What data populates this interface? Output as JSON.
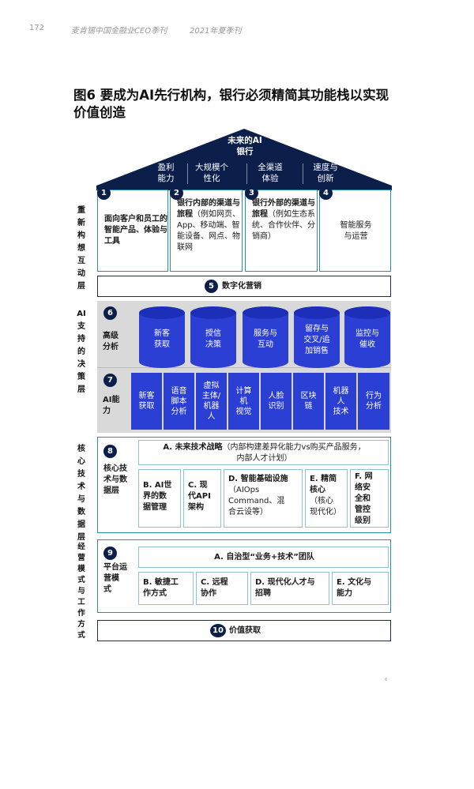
{
  "header": {
    "page_number": "172",
    "publication": "麦肯锡中国金融业CEO季刊",
    "issue": "2021年夏季刊"
  },
  "figure": {
    "title_line1": "图6 要成为AI先行机构，银行必须精简其功能栈以实现",
    "title_line2": "价值创造"
  },
  "roof": {
    "title": "未来的AI",
    "subtitle": "银行",
    "pillars": [
      "盈利\n能力",
      "大规模个\n性化",
      "全渠道\n体验",
      "速度与\n创新"
    ]
  },
  "layers": {
    "reimagined": "重\n新\n构\n想\n互\n动\n层",
    "ai_decision": "AI\n支\n持\n的\n决\n策\n层",
    "core_tech": "核\n心\n技\n术\n与\n数\n据\n层",
    "operating": "经\n营\n模\n式\n与\n工\n作\n方\n式"
  },
  "engagement": {
    "cards": [
      {
        "num": "1",
        "bold": "面向客户和员工的智能产品、体验与工具",
        "rest": ""
      },
      {
        "num": "2",
        "bold": "银行内部的渠道与旅程",
        "rest": "（例如网页、App、移动端、智能设备、网点、物联网"
      },
      {
        "num": "3",
        "bold": "银行外部的渠道与旅程",
        "rest": "（例如生态系统、合作伙伴、分销商）"
      },
      {
        "num": "4",
        "bold": "",
        "rest": "智能服务\n与运营"
      }
    ],
    "marketing": {
      "num": "5",
      "label": "数字化营销"
    }
  },
  "decisioning": {
    "analytics": {
      "num": "6",
      "label": "高级\n分析",
      "items": [
        "新客\n获取",
        "授信\n决策",
        "服务与\n互动",
        "留存与\n交叉/追\n加销售",
        "监控与\n催收"
      ]
    },
    "ai_capabilities": {
      "num": "7",
      "label": "AI能\n力",
      "items": [
        "新客\n获取",
        "语音\n脚本\n分析",
        "虚拟\n主体/\n机器\n人",
        "计算\n机\n视觉",
        "人脸\n识别",
        "区块\n链",
        "机器\n人\n技术",
        "行为\n分析"
      ]
    }
  },
  "core_tech": {
    "num": "8",
    "label": "核心技\n术与数\n据层",
    "strategy_bold": "A. 未来技术战略",
    "strategy_rest": "（内部构建差异化能力vs购买产品服务，\n内部人才计划）",
    "items": [
      {
        "bold": "B. AI世\n界的数\n据管理",
        "rest": ""
      },
      {
        "bold": "C. 现\n代API\n架构",
        "rest": ""
      },
      {
        "bold": "D. 智能基础设施",
        "rest": "\n（AIOps\nCommand、混\n合云设等）"
      },
      {
        "bold": "E. 精简\n核心",
        "rest": "\n（核心\n现代化）"
      },
      {
        "bold": "F. 网\n络安\n全和\n管控\n级别",
        "rest": ""
      }
    ]
  },
  "operating": {
    "num": "9",
    "label": "平台运\n营模\n式",
    "team": "A. 自治型“业务+技术”团队",
    "items": [
      "B. 敏捷工\n作方式",
      "C. 远程\n协作",
      "D. 现代化人才与\n招聘",
      "E. 文化与\n能力"
    ]
  },
  "value": {
    "num": "10",
    "label": "价值获取"
  },
  "footer_mark": "6",
  "colors": {
    "navy": "#0b1f4a",
    "teal": "#2c8fa8",
    "blue": "#2b3fd4",
    "grey": "#d9d9d9"
  }
}
